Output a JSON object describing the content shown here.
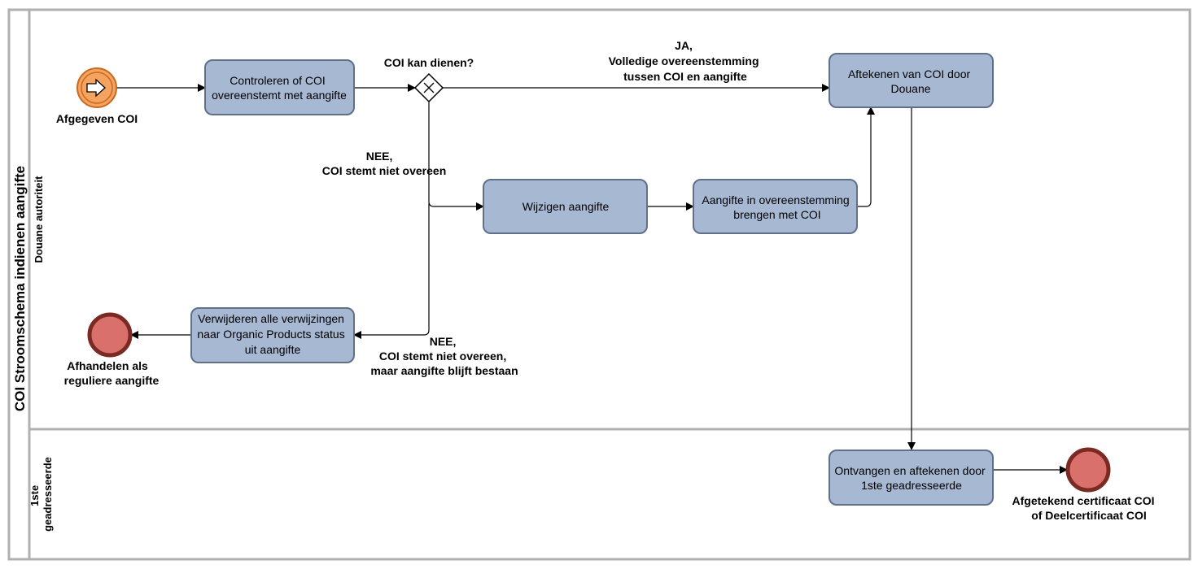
{
  "pool": {
    "title": "COI Stroomschema indienen aangifte"
  },
  "lanes": [
    {
      "title": "Douane autoriteit"
    },
    {
      "title_lines": [
        "1ste",
        "geadresseerde"
      ]
    }
  ],
  "tasks": {
    "check": [
      "Controleren of COI",
      "overeenstemt met aangifte"
    ],
    "sign": [
      "Aftekenen van COI door",
      "Douane"
    ],
    "modify": [
      "Wijzigen aangifte"
    ],
    "align": [
      "Aangifte in overeenstemming",
      "brengen met COI"
    ],
    "remove": [
      "Verwijderen alle verwijzingen",
      "naar Organic Products status",
      "uit aangifte"
    ],
    "receive": [
      "Ontvangen en aftekenen door",
      "1ste geadresseerde"
    ]
  },
  "events": {
    "start": [
      "Afgegeven COI"
    ],
    "end_regular": [
      "Afhandelen als",
      "reguliere aangifte"
    ],
    "end_signed": [
      "Afgetekend certificaat COI",
      "of Deelcertificaat COI"
    ]
  },
  "gateway": {
    "question": "COI kan dienen?"
  },
  "flow_labels": {
    "yes": [
      "JA,",
      "Volledige overeenstemming",
      "tussen COI en aangifte"
    ],
    "no_modify": [
      "NEE,",
      "COI stemt niet overeen"
    ],
    "no_keep": [
      "NEE,",
      "COI stemt niet overeen,",
      "maar aangifte blijft bestaan"
    ]
  },
  "colors": {
    "task_fill": "#a7b8d3",
    "task_stroke": "#5f7088",
    "start_fill": "#f4a460",
    "end_fill": "#d9706c",
    "end_stroke": "#7a2a22",
    "lane_border": "#b0b0b0"
  }
}
